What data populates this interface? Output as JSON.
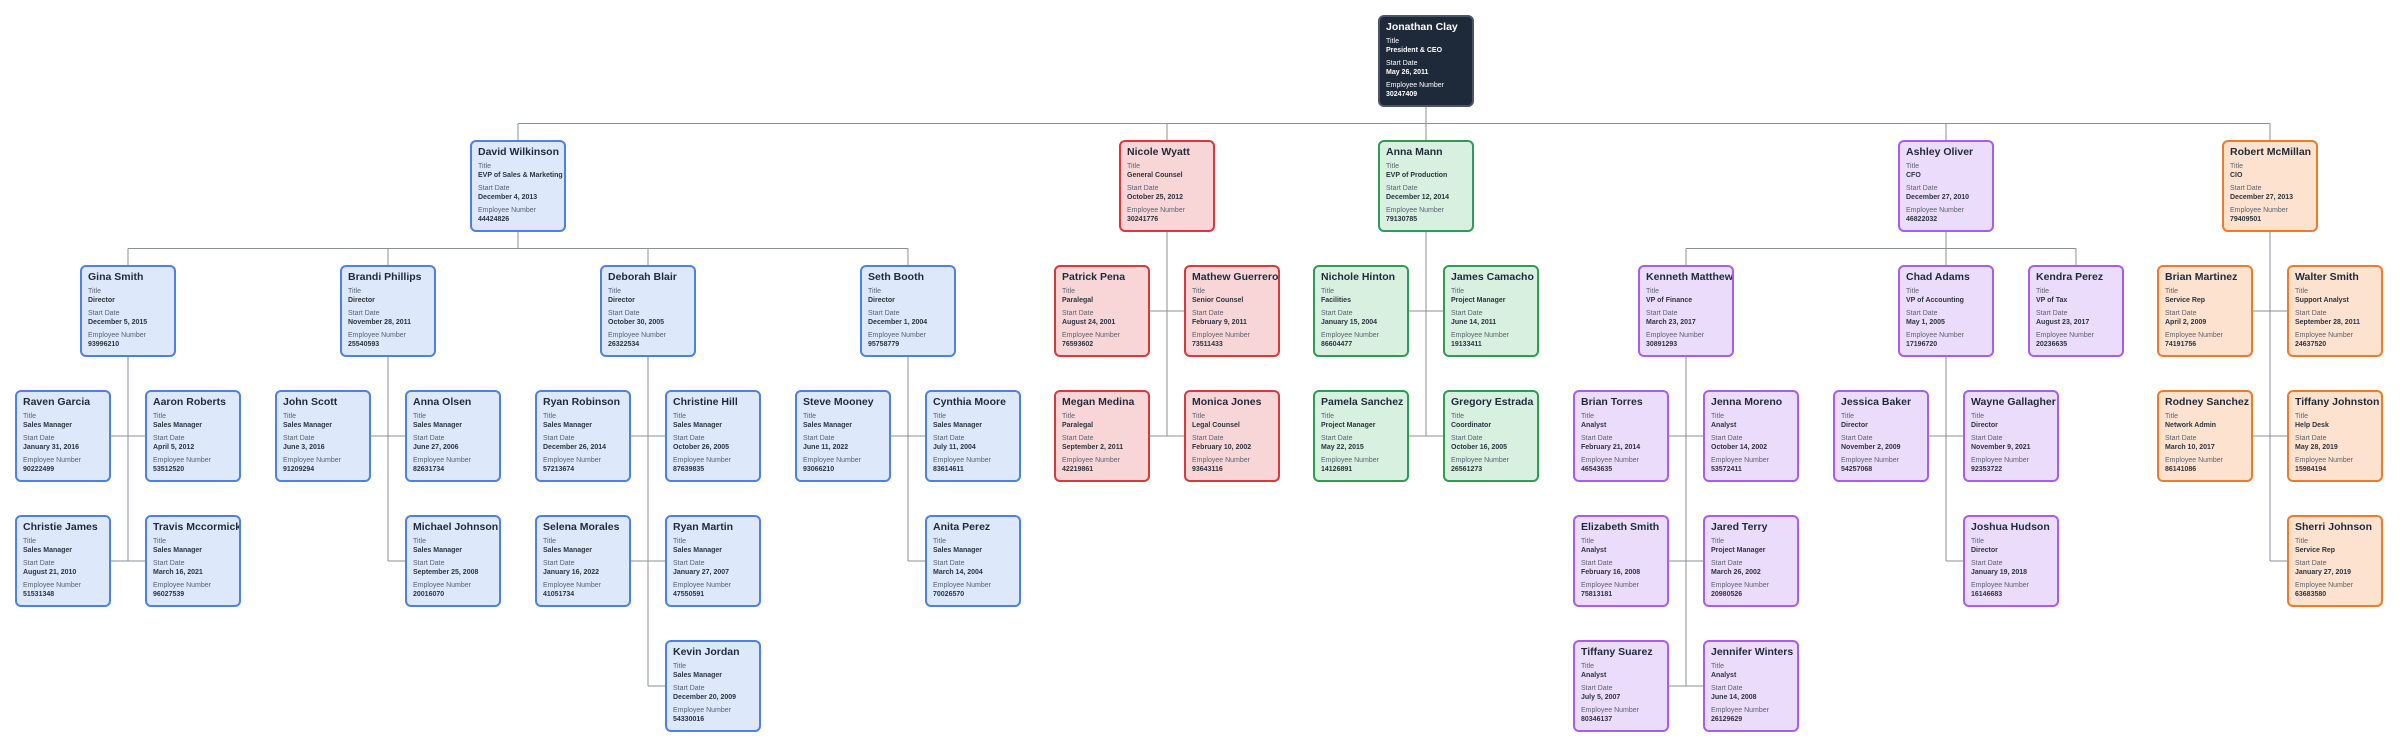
{
  "labels": {
    "title": "Title",
    "start": "Start Date",
    "emp": "Employee Number"
  },
  "colors": {
    "dark": {
      "fill": "#1e2a3a",
      "border": "#4a5566"
    },
    "blue": {
      "fill": "#dde8fb",
      "border": "#4e80e6"
    },
    "red": {
      "fill": "#f8d6d8",
      "border": "#d9383c"
    },
    "green": {
      "fill": "#d8f0e0",
      "border": "#2e9c55"
    },
    "purple": {
      "fill": "#ecdcfb",
      "border": "#a65ef0"
    },
    "orange": {
      "fill": "#fde3cf",
      "border": "#ec7c2c"
    },
    "connector": "#8a9099"
  },
  "employees": [
    {
      "id": "e0",
      "name": "Jonathan Clay",
      "title": "President & CEO",
      "start": "May 26, 2011",
      "emp": "30247409",
      "theme": "dark",
      "parent": null
    },
    {
      "id": "e1",
      "name": "David Wilkinson",
      "title": "EVP of Sales & Marketing",
      "start": "December 4, 2013",
      "emp": "44424826",
      "theme": "blue",
      "parent": "e0"
    },
    {
      "id": "e2",
      "name": "Nicole Wyatt",
      "title": "General Counsel",
      "start": "October 25, 2012",
      "emp": "30241776",
      "theme": "red",
      "parent": "e0"
    },
    {
      "id": "e3",
      "name": "Anna Mann",
      "title": "EVP of Production",
      "start": "December 12, 2014",
      "emp": "79130785",
      "theme": "green",
      "parent": "e0"
    },
    {
      "id": "e4",
      "name": "Ashley Oliver",
      "title": "CFO",
      "start": "December 27, 2010",
      "emp": "46822032",
      "theme": "purple",
      "parent": "e0"
    },
    {
      "id": "e5",
      "name": "Robert McMillan",
      "title": "CIO",
      "start": "December 27, 2013",
      "emp": "79409501",
      "theme": "orange",
      "parent": "e0"
    },
    {
      "id": "e6",
      "name": "Gina Smith",
      "title": "Director",
      "start": "December 5, 2015",
      "emp": "93996210",
      "theme": "blue",
      "parent": "e1"
    },
    {
      "id": "e7",
      "name": "Brandi Phillips",
      "title": "Director",
      "start": "November 28, 2011",
      "emp": "25540593",
      "theme": "blue",
      "parent": "e1"
    },
    {
      "id": "e8",
      "name": "Deborah Blair",
      "title": "Director",
      "start": "October 30, 2005",
      "emp": "26322534",
      "theme": "blue",
      "parent": "e1"
    },
    {
      "id": "e9",
      "name": "Seth Booth",
      "title": "Director",
      "start": "December 1, 2004",
      "emp": "95758779",
      "theme": "blue",
      "parent": "e1"
    },
    {
      "id": "e10",
      "name": "Raven Garcia",
      "title": "Sales Manager",
      "start": "January 31, 2016",
      "emp": "90222499",
      "theme": "blue",
      "parent": "e6"
    },
    {
      "id": "e11",
      "name": "Aaron Roberts",
      "title": "Sales Manager",
      "start": "April 5, 2012",
      "emp": "53512520",
      "theme": "blue",
      "parent": "e6"
    },
    {
      "id": "e12",
      "name": "Christie James",
      "title": "Sales Manager",
      "start": "August 21, 2010",
      "emp": "51531348",
      "theme": "blue",
      "parent": "e6"
    },
    {
      "id": "e13",
      "name": "Travis Mccormick",
      "title": "Sales Manager",
      "start": "March 16, 2021",
      "emp": "96027539",
      "theme": "blue",
      "parent": "e6"
    },
    {
      "id": "e14",
      "name": "John Scott",
      "title": "Sales Manager",
      "start": "June 3, 2016",
      "emp": "91209294",
      "theme": "blue",
      "parent": "e7"
    },
    {
      "id": "e15",
      "name": "Anna Olsen",
      "title": "Sales Manager",
      "start": "June 27, 2006",
      "emp": "82631734",
      "theme": "blue",
      "parent": "e7"
    },
    {
      "id": "e16",
      "name": "Michael Johnson",
      "title": "Sales Manager",
      "start": "September 25, 2008",
      "emp": "20016070",
      "theme": "blue",
      "parent": "e7"
    },
    {
      "id": "e17",
      "name": "Ryan Robinson",
      "title": "Sales Manager",
      "start": "December 26, 2014",
      "emp": "57213674",
      "theme": "blue",
      "parent": "e8"
    },
    {
      "id": "e18",
      "name": "Christine Hill",
      "title": "Sales Manager",
      "start": "October 26, 2005",
      "emp": "87639835",
      "theme": "blue",
      "parent": "e8"
    },
    {
      "id": "e19",
      "name": "Selena Morales",
      "title": "Sales Manager",
      "start": "January 16, 2022",
      "emp": "41051734",
      "theme": "blue",
      "parent": "e8"
    },
    {
      "id": "e20",
      "name": "Ryan Martin",
      "title": "Sales Manager",
      "start": "January 27, 2007",
      "emp": "47550591",
      "theme": "blue",
      "parent": "e8"
    },
    {
      "id": "e21",
      "name": "Kevin Jordan",
      "title": "Sales Manager",
      "start": "December 20, 2009",
      "emp": "54330016",
      "theme": "blue",
      "parent": "e8"
    },
    {
      "id": "e22",
      "name": "Steve Mooney",
      "title": "Sales Manager",
      "start": "June 11, 2022",
      "emp": "93066210",
      "theme": "blue",
      "parent": "e9"
    },
    {
      "id": "e23",
      "name": "Cynthia Moore",
      "title": "Sales Manager",
      "start": "July 11, 2004",
      "emp": "83614611",
      "theme": "blue",
      "parent": "e9"
    },
    {
      "id": "e24",
      "name": "Anita Perez",
      "title": "Sales Manager",
      "start": "March 14, 2004",
      "emp": "70026570",
      "theme": "blue",
      "parent": "e9"
    },
    {
      "id": "e25",
      "name": "Patrick Pena",
      "title": "Paralegal",
      "start": "August 24, 2001",
      "emp": "76593602",
      "theme": "red",
      "parent": "e2"
    },
    {
      "id": "e26",
      "name": "Mathew Guerrero",
      "title": "Senior Counsel",
      "start": "February 9, 2011",
      "emp": "73511433",
      "theme": "red",
      "parent": "e2"
    },
    {
      "id": "e27",
      "name": "Megan Medina",
      "title": "Paralegal",
      "start": "September 2, 2011",
      "emp": "42219861",
      "theme": "red",
      "parent": "e2"
    },
    {
      "id": "e28",
      "name": "Monica Jones",
      "title": "Legal Counsel",
      "start": "February 10, 2002",
      "emp": "93643116",
      "theme": "red",
      "parent": "e2"
    },
    {
      "id": "e29",
      "name": "Nichole Hinton",
      "title": "Facilities",
      "start": "January 15, 2004",
      "emp": "86604477",
      "theme": "green",
      "parent": "e3"
    },
    {
      "id": "e30",
      "name": "James Camacho",
      "title": "Project Manager",
      "start": "June 14, 2011",
      "emp": "19133411",
      "theme": "green",
      "parent": "e3"
    },
    {
      "id": "e31",
      "name": "Pamela Sanchez",
      "title": "Project Manager",
      "start": "May 22, 2015",
      "emp": "14126891",
      "theme": "green",
      "parent": "e3"
    },
    {
      "id": "e32",
      "name": "Gregory Estrada",
      "title": "Coordinator",
      "start": "October 16, 2005",
      "emp": "26561273",
      "theme": "green",
      "parent": "e3"
    },
    {
      "id": "e33",
      "name": "Kenneth Matthews",
      "title": "VP of Finance",
      "start": "March 23, 2017",
      "emp": "30891293",
      "theme": "purple",
      "parent": "e4"
    },
    {
      "id": "e34",
      "name": "Chad Adams",
      "title": "VP of Accounting",
      "start": "May 1, 2005",
      "emp": "17196720",
      "theme": "purple",
      "parent": "e4"
    },
    {
      "id": "e35",
      "name": "Kendra Perez",
      "title": "VP of Tax",
      "start": "August 23, 2017",
      "emp": "20236635",
      "theme": "purple",
      "parent": "e4"
    },
    {
      "id": "e36",
      "name": "Brian Torres",
      "title": "Analyst",
      "start": "February 21, 2014",
      "emp": "46543635",
      "theme": "purple",
      "parent": "e33"
    },
    {
      "id": "e37",
      "name": "Jenna Moreno",
      "title": "Analyst",
      "start": "October 14, 2002",
      "emp": "53572411",
      "theme": "purple",
      "parent": "e33"
    },
    {
      "id": "e38",
      "name": "Elizabeth Smith",
      "title": "Analyst",
      "start": "February 16, 2008",
      "emp": "75813181",
      "theme": "purple",
      "parent": "e33"
    },
    {
      "id": "e39",
      "name": "Jared Terry",
      "title": "Project Manager",
      "start": "March 26, 2002",
      "emp": "20980526",
      "theme": "purple",
      "parent": "e33"
    },
    {
      "id": "e40",
      "name": "Tiffany Suarez",
      "title": "Analyst",
      "start": "July 5, 2007",
      "emp": "80346137",
      "theme": "purple",
      "parent": "e33"
    },
    {
      "id": "e41",
      "name": "Jennifer Winters",
      "title": "Analyst",
      "start": "June 14, 2008",
      "emp": "26129629",
      "theme": "purple",
      "parent": "e33"
    },
    {
      "id": "e42",
      "name": "Jessica Baker",
      "title": "Director",
      "start": "November 2, 2009",
      "emp": "54257068",
      "theme": "purple",
      "parent": "e34"
    },
    {
      "id": "e43",
      "name": "Wayne Gallagher",
      "title": "Director",
      "start": "November 9, 2021",
      "emp": "92353722",
      "theme": "purple",
      "parent": "e34"
    },
    {
      "id": "e44",
      "name": "Joshua Hudson",
      "title": "Director",
      "start": "January 19, 2018",
      "emp": "16146683",
      "theme": "purple",
      "parent": "e34"
    },
    {
      "id": "e45",
      "name": "Brian Martinez",
      "title": "Service Rep",
      "start": "April 2, 2009",
      "emp": "74191756",
      "theme": "orange",
      "parent": "e5"
    },
    {
      "id": "e46",
      "name": "Walter Smith",
      "title": "Support Analyst",
      "start": "September 28, 2011",
      "emp": "24637520",
      "theme": "orange",
      "parent": "e5"
    },
    {
      "id": "e47",
      "name": "Rodney Sanchez",
      "title": "Network Admin",
      "start": "March 10, 2017",
      "emp": "86141086",
      "theme": "orange",
      "parent": "e5"
    },
    {
      "id": "e48",
      "name": "Tiffany Johnston",
      "title": "Help Desk",
      "start": "May 28, 2019",
      "emp": "15984194",
      "theme": "orange",
      "parent": "e5"
    },
    {
      "id": "e49",
      "name": "Sherri Johnson",
      "title": "Service Rep",
      "start": "January 27, 2019",
      "emp": "63683580",
      "theme": "orange",
      "parent": "e5"
    }
  ]
}
